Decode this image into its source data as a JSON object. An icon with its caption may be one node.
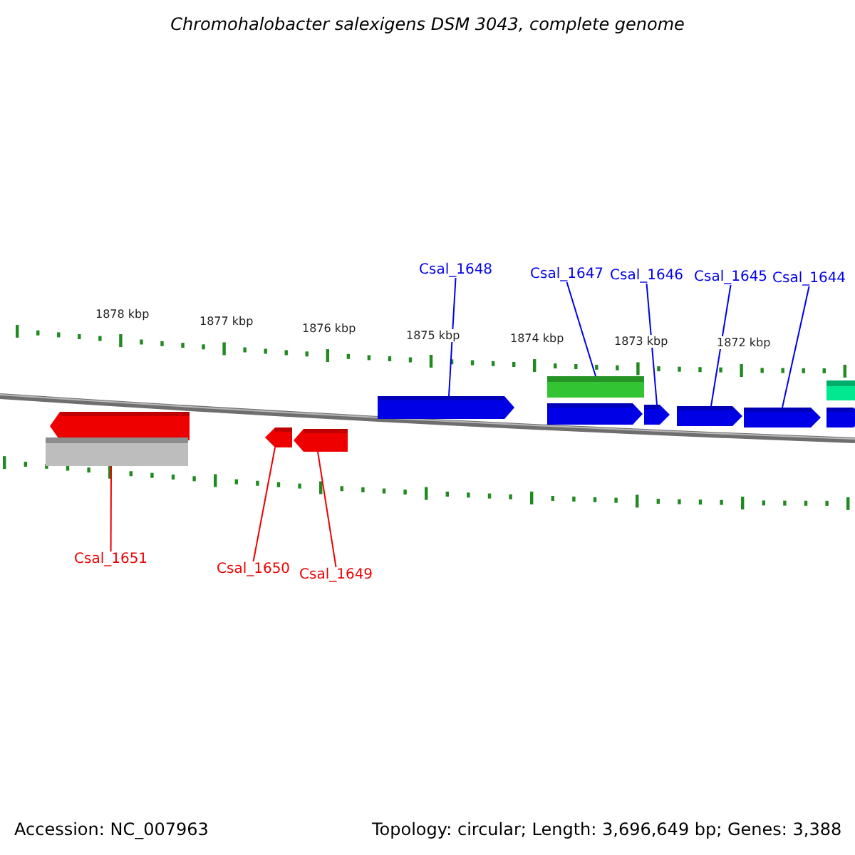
{
  "diagram": {
    "title": "Chromohalobacter salexigens DSM 3043, complete genome",
    "nodes": [
      {
        "text": [
          "Csal_1648"
        ]
      },
      {
        "text": [
          "Csal_1647"
        ]
      },
      {
        "text": [
          "Csal_1646"
        ]
      },
      {
        "text": [
          "Csal_1645"
        ]
      },
      {
        "text": [
          "Csal_1644"
        ]
      },
      {
        "text": [
          "Csal_1651"
        ]
      },
      {
        "text": [
          "Csal_1650"
        ]
      },
      {
        "text": [
          "Csal_1649"
        ]
      },
      {
        "text": [],
        "shape": "arrow"
      },
      {
        "text": [],
        "shape": "bar"
      },
      {
        "text": [],
        "shape": "arrow"
      },
      {
        "text": [],
        "shape": "arrow"
      },
      {
        "text": [],
        "shape": "arrow"
      },
      {
        "text": [],
        "shape": "bar"
      },
      {
        "text": [],
        "shape": "arrow"
      },
      {
        "text": [],
        "shape": "arrow"
      },
      {
        "text": [],
        "shape": "arrow"
      },
      {
        "text": [],
        "shape": "arrow"
      },
      {
        "text": [],
        "shape": "bar"
      },
      {
        "text": [],
        "shape": "arrow"
      }
    ],
    "edges": [
      {
        "from": 0,
        "to": 12,
        "arrow": "none"
      },
      {
        "from": 1,
        "to": 13,
        "arrow": "none"
      },
      {
        "from": 2,
        "to": 15,
        "arrow": "none"
      },
      {
        "from": 3,
        "to": 16,
        "arrow": "none"
      },
      {
        "from": 4,
        "to": 17,
        "arrow": "none"
      },
      {
        "from": 5,
        "to": 9,
        "arrow": "none",
        "color": "#ee0000"
      },
      {
        "from": 6,
        "to": 10,
        "arrow": "none",
        "color": "#ee0000"
      },
      {
        "from": 7,
        "to": 11,
        "arrow": "none",
        "color": "#ee0000"
      }
    ],
    "labels": [
      "1878 kbp",
      "1877 kbp",
      "1876 kbp",
      "1875 kbp",
      "1874 kbp",
      "1873 kbp",
      "1872 kbp",
      "Accession: NC_007963",
      "Topology: circular; Length: 3,696,649 bp; Genes: 3,388"
    ]
  }
}
